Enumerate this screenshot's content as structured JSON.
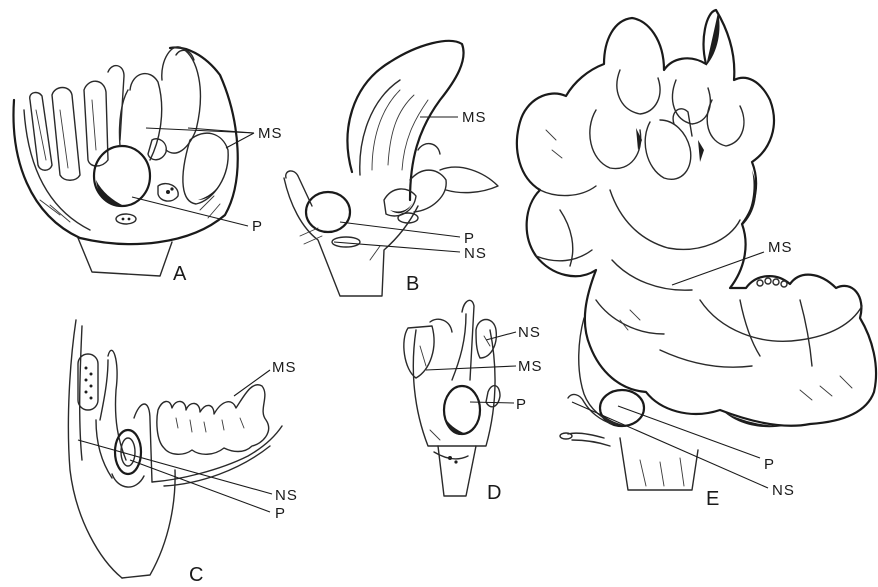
{
  "labels": {
    "ms": "MS",
    "p": "P",
    "ns": "NS"
  },
  "panels": {
    "a": "A",
    "b": "B",
    "c": "C",
    "d": "D",
    "e": "E"
  }
}
